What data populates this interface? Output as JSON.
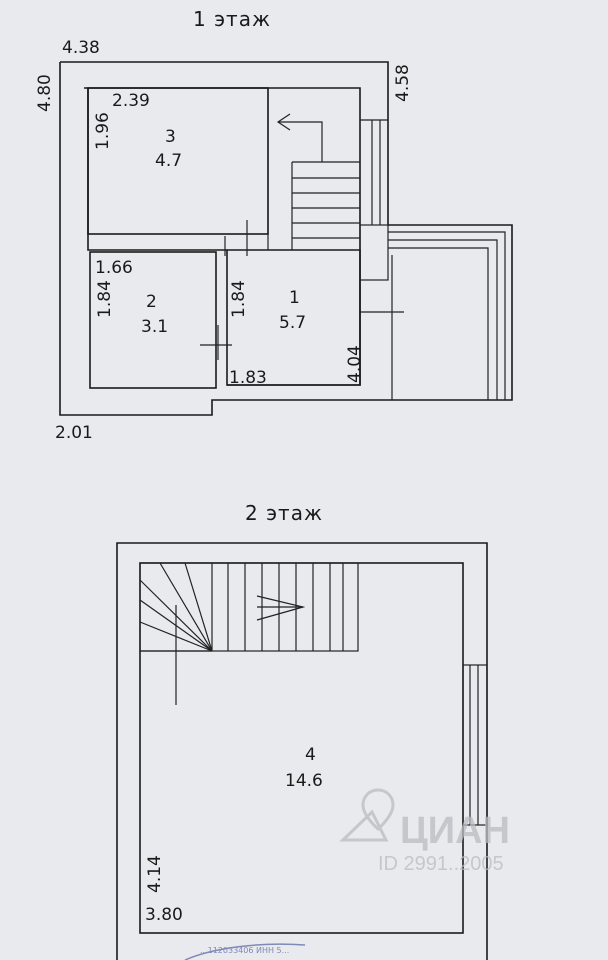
{
  "floors": [
    {
      "title": "1 этаж",
      "dimensions": [
        "4.38",
        "4.80",
        "4.58",
        "2.39",
        "1.96",
        "1.66",
        "1.84",
        "1.84",
        "1.83",
        "4.04",
        "2.01"
      ],
      "rooms": [
        {
          "number": "3",
          "area": "4.7"
        },
        {
          "number": "2",
          "area": "3.1"
        },
        {
          "number": "1",
          "area": "5.7"
        }
      ]
    },
    {
      "title": "2 этаж",
      "dimensions": [
        "4.14",
        "3.80"
      ],
      "rooms": [
        {
          "number": "4",
          "area": "14.6"
        }
      ]
    }
  ],
  "watermark": {
    "brand": "ЦИАН",
    "id": "ID 2991..2005",
    "stamp": "...112033406 ИНН 5..."
  }
}
